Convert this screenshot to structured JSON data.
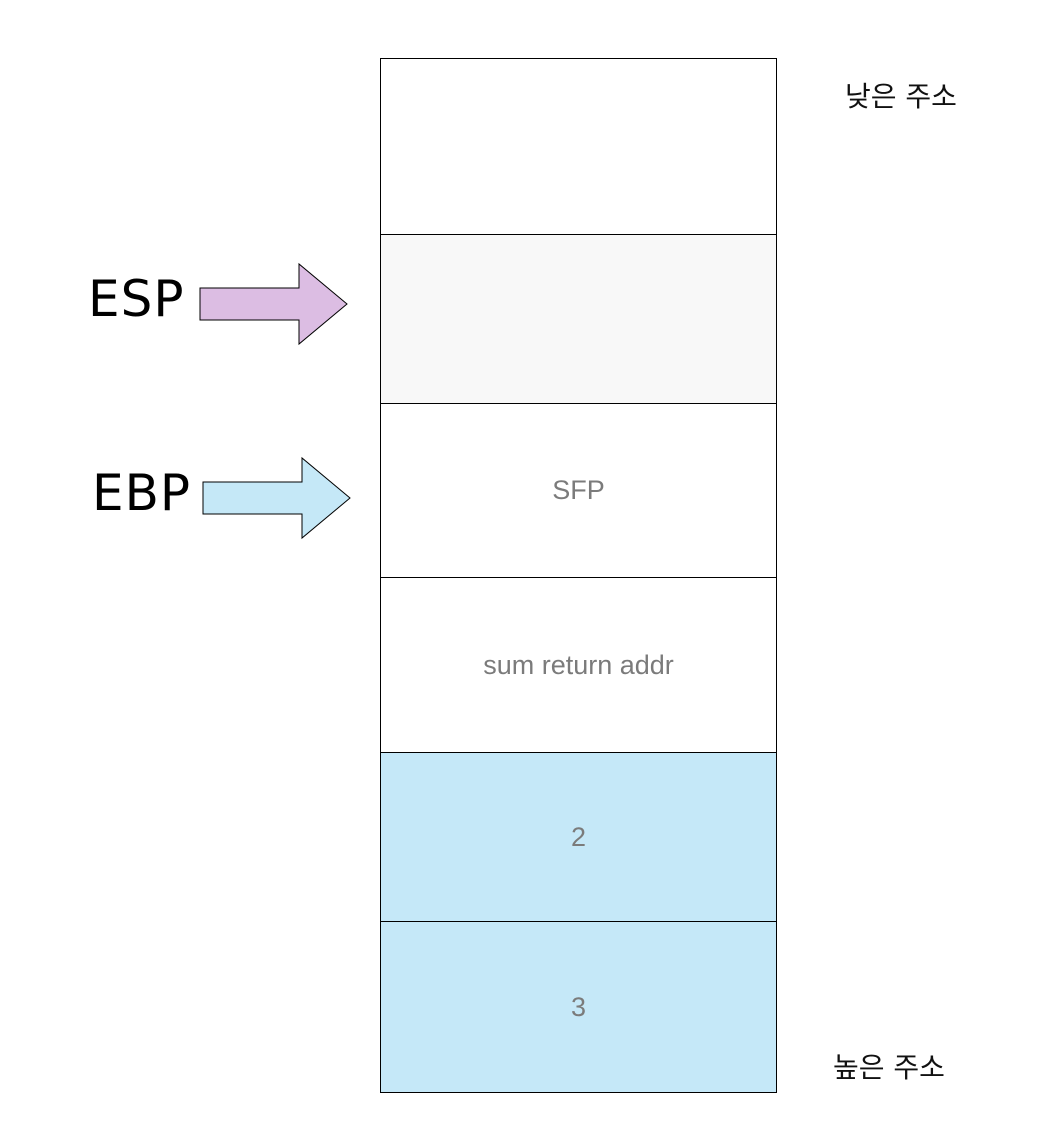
{
  "labels": {
    "low_address": "낮은 주소",
    "high_address": "높은 주소"
  },
  "registers": [
    {
      "name": "ESP",
      "color": "#dcbde3",
      "points_to_cell": 1
    },
    {
      "name": "EBP",
      "color": "#c5e8f7",
      "points_to_cell": 2
    }
  ],
  "stack_cells": [
    {
      "text": "",
      "fill": "#ffffff"
    },
    {
      "text": "",
      "fill": "#f8f8f8"
    },
    {
      "text": "SFP",
      "fill": "#ffffff"
    },
    {
      "text": "sum return addr",
      "fill": "#ffffff"
    },
    {
      "text": "2",
      "fill": "#c5e8f8"
    },
    {
      "text": "3",
      "fill": "#c5e8f8"
    }
  ]
}
